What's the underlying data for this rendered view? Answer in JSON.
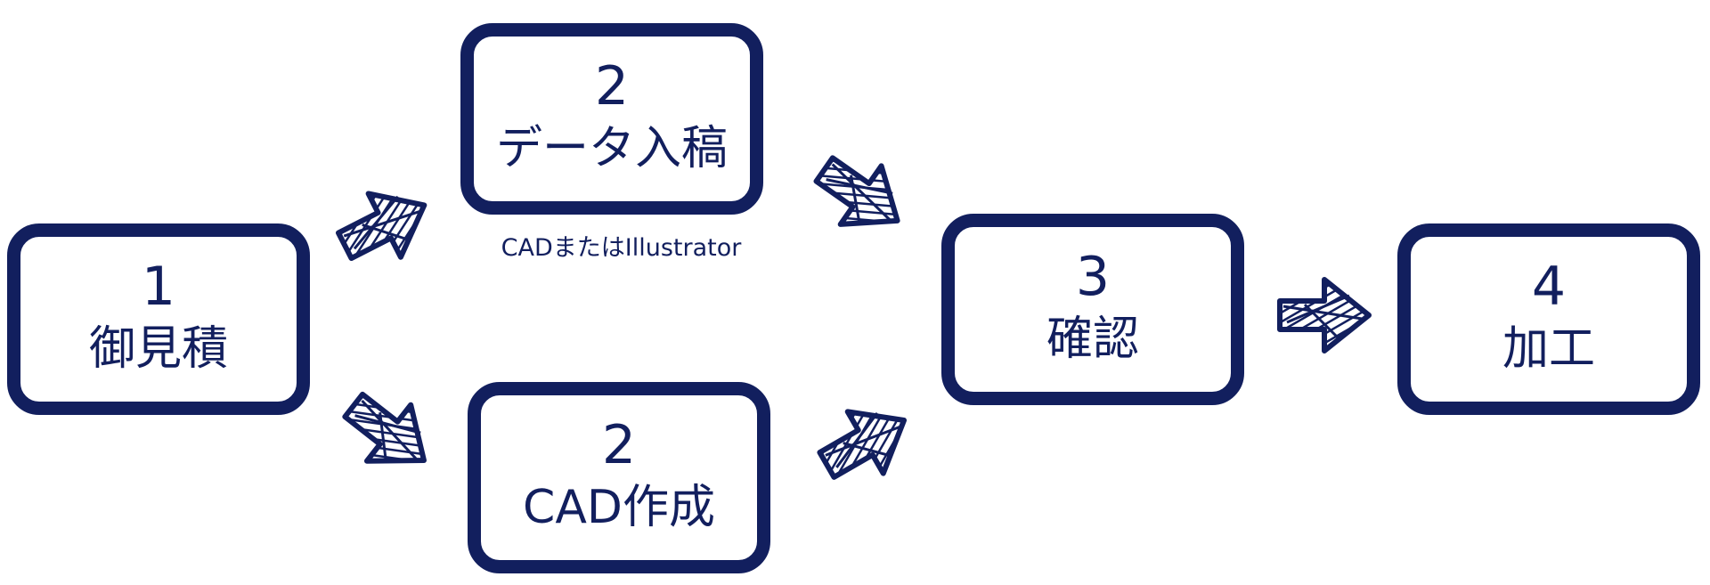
{
  "colors": {
    "navy": "#121f5e",
    "background": "#ffffff"
  },
  "steps": [
    {
      "number": "1",
      "label": "御見積"
    },
    {
      "number": "2",
      "label": "データ入稿",
      "caption": "CADまたはIllustrator"
    },
    {
      "number": "2",
      "label": "CAD作成"
    },
    {
      "number": "3",
      "label": "確認"
    },
    {
      "number": "4",
      "label": "加工"
    }
  ],
  "arrows": [
    {
      "icon": "sketch-arrow-icon"
    },
    {
      "icon": "sketch-arrow-icon"
    },
    {
      "icon": "sketch-arrow-icon"
    },
    {
      "icon": "sketch-arrow-icon"
    },
    {
      "icon": "sketch-arrow-icon"
    }
  ]
}
